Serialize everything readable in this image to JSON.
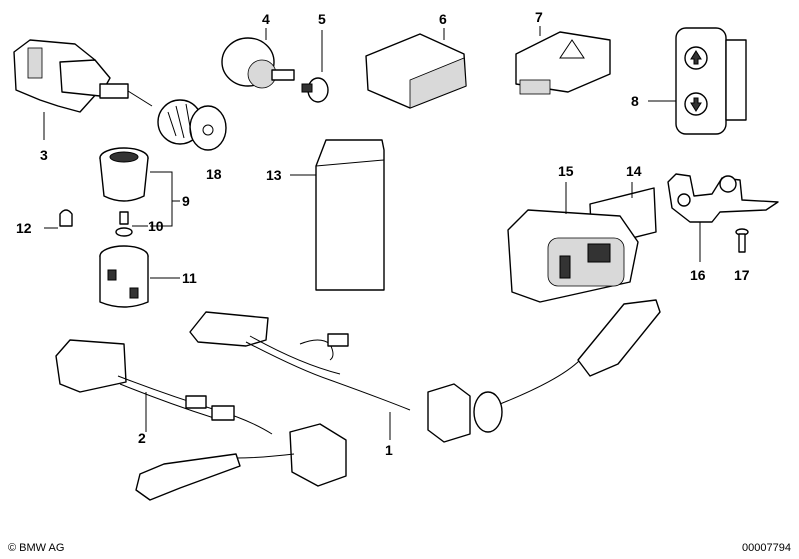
{
  "diagram": {
    "callouts": {
      "n1": "1",
      "n2": "2",
      "n3": "3",
      "n4": "4",
      "n5": "5",
      "n6": "6",
      "n7": "7",
      "n8": "8",
      "n9": "9",
      "n10": "10",
      "n11": "11",
      "n12": "12",
      "n13": "13",
      "n14": "14",
      "n15": "15",
      "n16": "16",
      "n17": "17",
      "n18": "18"
    },
    "footer": {
      "copyright": "© BMW AG",
      "document_number": "00007794"
    }
  }
}
